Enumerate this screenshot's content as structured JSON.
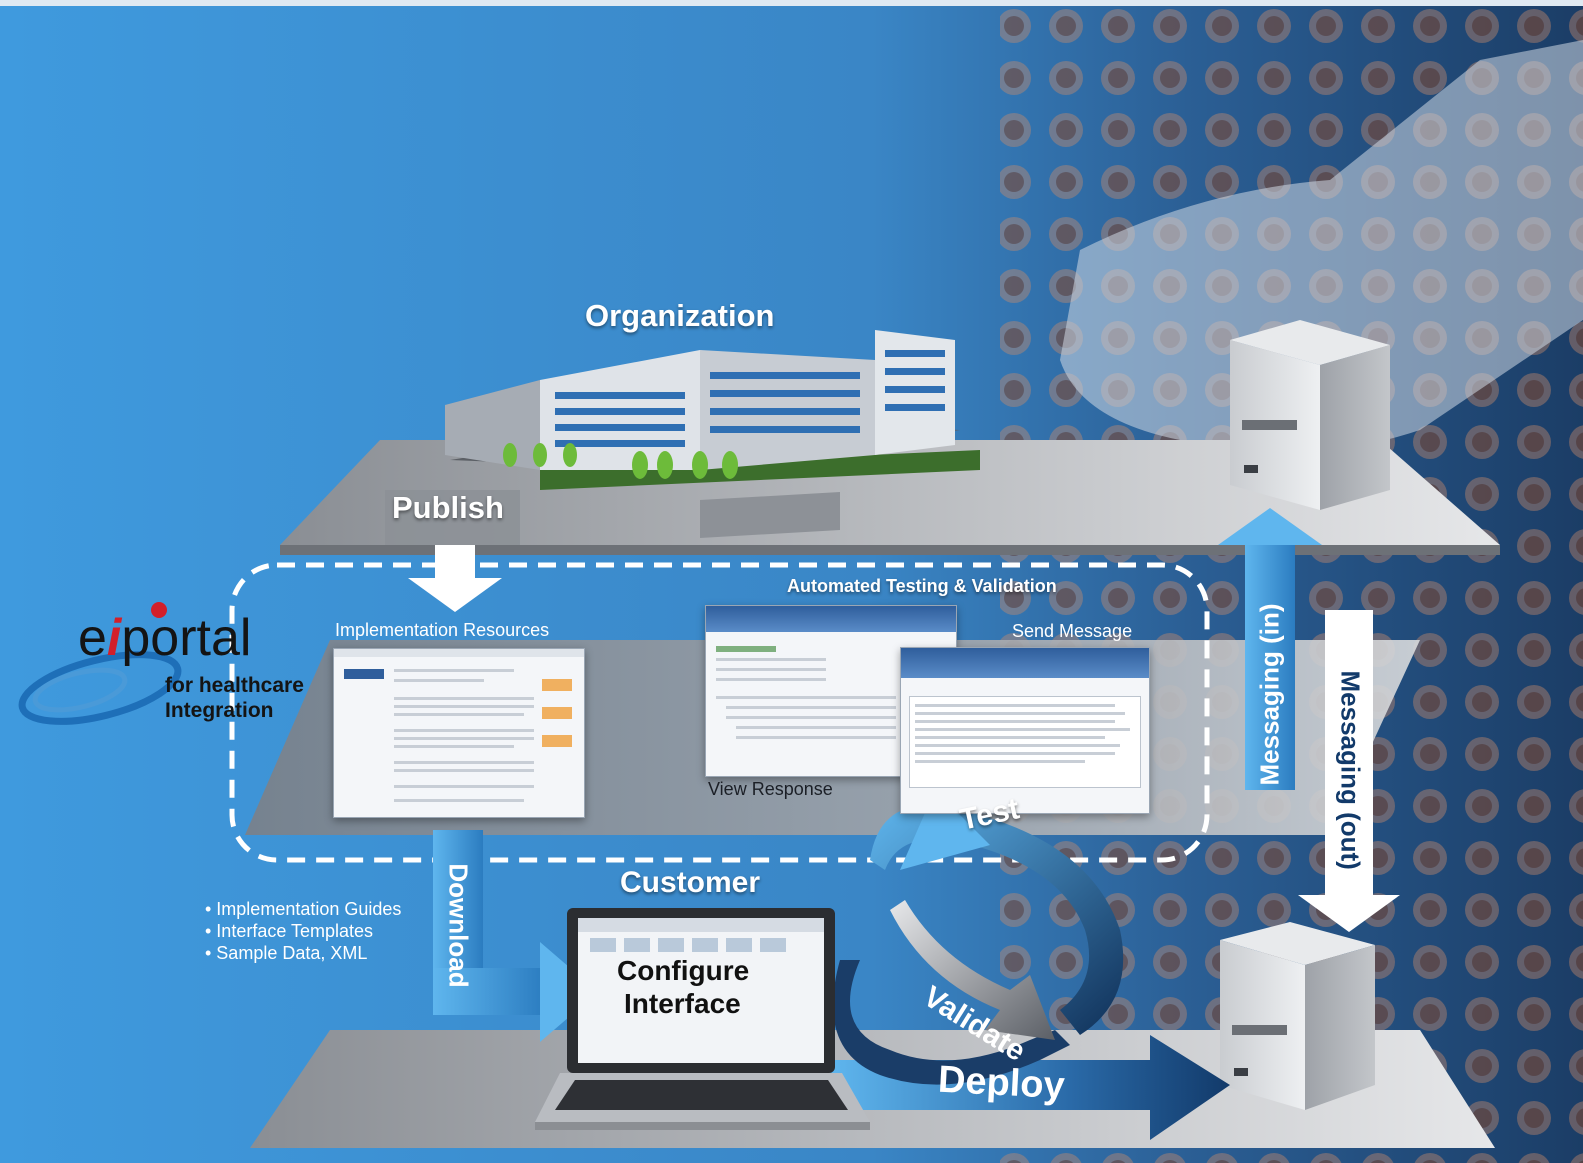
{
  "labels": {
    "organization": "Organization",
    "publish": "Publish",
    "automated_testing": "Automated Testing & Validation",
    "implementation_resources": "Implementation Resources",
    "send_message": "Send Message",
    "view_response": "View Response",
    "customer": "Customer",
    "download": "Download",
    "configure": "Configure",
    "interface": "Interface",
    "test": "Test",
    "validate": "Validate",
    "deploy": "Deploy",
    "messaging_in": "Messaging (in)",
    "messaging_out": "Messaging (out)"
  },
  "logo": {
    "brand_e": "e",
    "brand_i": "i",
    "brand_rest": "portal",
    "tagline_1": "for healthcare",
    "tagline_2": "Integration"
  },
  "resources_list": [
    "• Implementation Guides",
    "• Interface Templates",
    "• Sample Data, XML"
  ],
  "colors": {
    "background_blue": "#3d8fd0",
    "arrow_blue": "#3a9ad9",
    "dark_blue": "#123a6a",
    "platform_gray": "#8e9196",
    "dashed_border": "#ffffff"
  },
  "icons": [
    "building-illustration",
    "server-icon",
    "laptop-icon",
    "arrow-icon",
    "cycle-arrows-icon"
  ]
}
